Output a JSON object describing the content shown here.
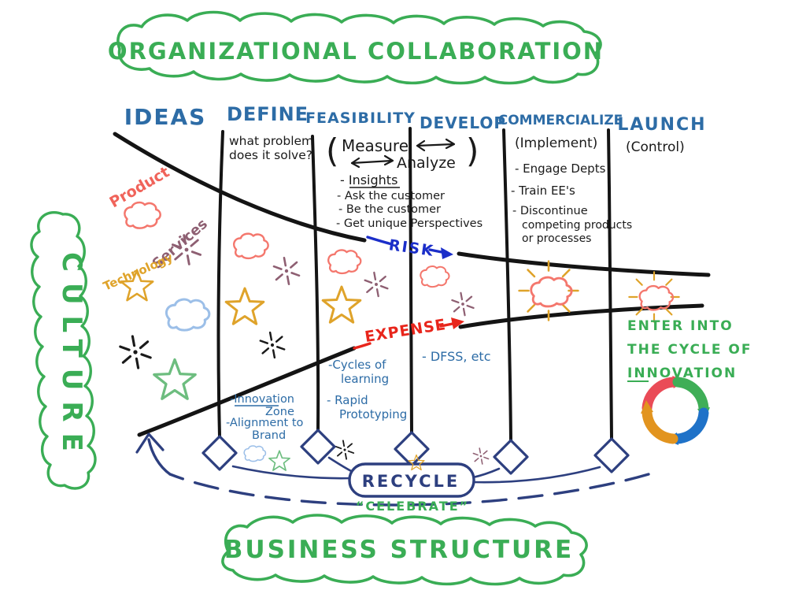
{
  "bubbles": {
    "top": "ORGANIZATIONAL COLLABORATION",
    "left": "CULTURE",
    "bottom": "BUSINESS STRUCTURE"
  },
  "stages": {
    "ideas": {
      "label": "IDEAS"
    },
    "define": {
      "label": "DEFINE",
      "note1": "what problem",
      "note2": "does it solve?",
      "blue1": "-Innovation",
      "blue2": "Zone",
      "blue3": "-Alignment to",
      "blue4": "Brand"
    },
    "feasibility": {
      "label": "FEASIBILITY",
      "paren_open": "(",
      "paren_close": ")",
      "measure": "Measure",
      "analyze": "Analyze",
      "note1": "- Insights",
      "note2": "- Ask the customer",
      "note3": "- Be the customer",
      "note4": "- Get unique Perspectives",
      "blue1": "-Cycles of",
      "blue2": "learning",
      "blue3": "- Rapid",
      "blue4": "Prototyping"
    },
    "develop": {
      "label": "DEVELOP",
      "blue1": "- DFSS, etc"
    },
    "commercialize": {
      "label": "COMMERCIALIZE",
      "note1": "(Implement)",
      "note2": "- Engage Depts",
      "note3": "- Train EE's",
      "note4": "- Discontinue",
      "note5": "competing products",
      "note6": "or processes"
    },
    "launch": {
      "label": "LAUNCH",
      "note1": "(Control)"
    }
  },
  "arrows": {
    "risk": "RISK",
    "expense": "EXPENSE"
  },
  "idea_labels": {
    "product": "Product",
    "services": "Services",
    "technology": "Technology"
  },
  "recycle": {
    "label": "RECYCLE",
    "celebrate": "“CELEBRATE”"
  },
  "cycle_text": {
    "line1": "ENTER INTO",
    "line2": "THE CYCLE OF",
    "line3": "INNOVATION"
  },
  "colors": {
    "green": "#3aad55",
    "header_blue": "#2d6ca6",
    "navy": "#2d3f7f",
    "risk_blue": "#1b2ec9",
    "expense_red": "#e8251b",
    "doodle_red": "#f4776d",
    "doodle_purple": "#8e5f72",
    "doodle_gold": "#dfa32a",
    "doodle_light_blue": "#9cbfe8",
    "doodle_green": "#6dbd7f",
    "ink": "#1a1a1a"
  }
}
